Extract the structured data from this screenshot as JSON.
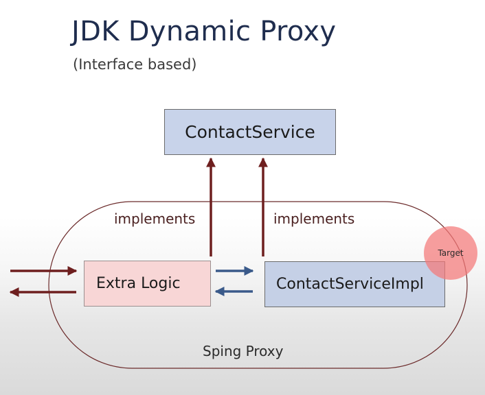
{
  "title": "JDK Dynamic Proxy",
  "subtitle": "(Interface based)",
  "nodes": {
    "interface": "ContactService",
    "extra_logic": "Extra Logic",
    "implementation": "ContactServiceImpl",
    "target": "Target"
  },
  "edges": {
    "left_implements": "implements",
    "right_implements": "implements"
  },
  "container": {
    "label": "Sping Proxy"
  },
  "colors": {
    "dark_arrow": "#6e1f1f",
    "blue_arrow": "#3a5a8a",
    "interface_fill": "#c8d3ea",
    "extra_logic_fill": "#f8d6d6",
    "target_fill": "#f47878"
  }
}
